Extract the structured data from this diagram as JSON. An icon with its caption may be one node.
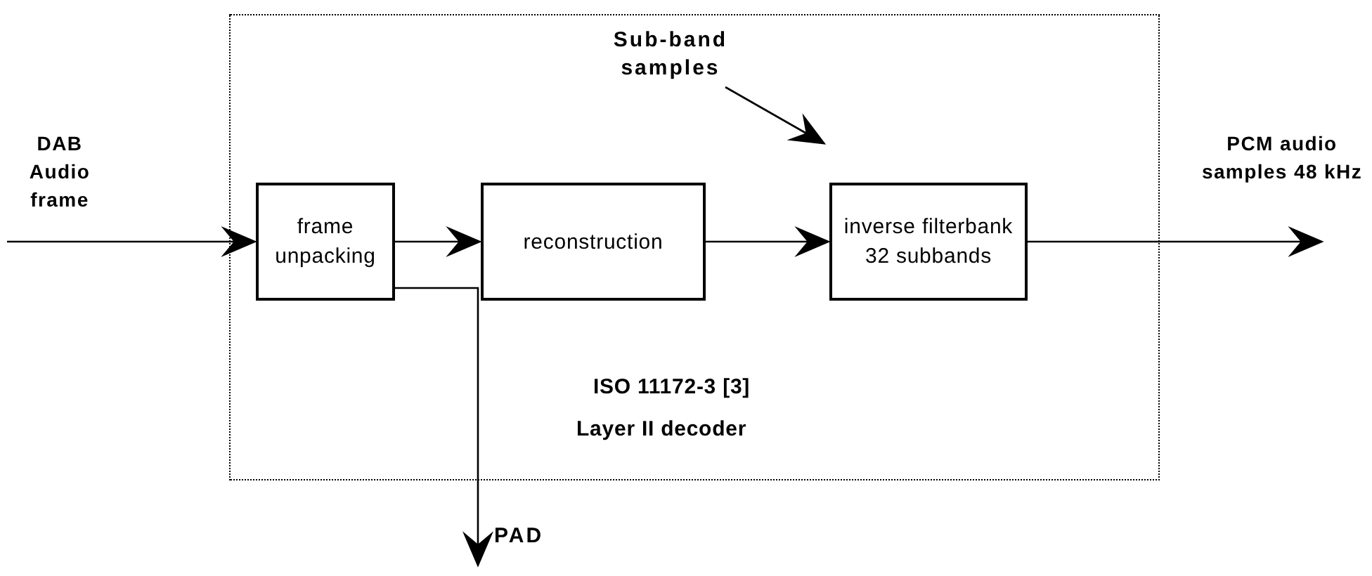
{
  "diagram": {
    "nodes": [
      {
        "text": [
          "ISO 11172-3 [3]",
          "Layer II decoder"
        ]
      },
      {
        "text": [
          "frame unpacking"
        ],
        "in": 0
      },
      {
        "text": [
          "reconstruction"
        ],
        "in": 0
      },
      {
        "text": [
          "inverse filterbank 32 subbands"
        ],
        "in": 0
      },
      {
        "text": [
          "Sub-band samples"
        ],
        "in": 0
      },
      {
        "text": [
          "PAD"
        ]
      }
    ],
    "edges": [
      {
        "from": null,
        "to": 1,
        "arrow": "to",
        "label": "DAB Audio frame"
      },
      {
        "from": 1,
        "to": 2,
        "arrow": "to"
      },
      {
        "from": 2,
        "to": 3,
        "arrow": "to"
      },
      {
        "from": 4,
        "to": null,
        "arrow": "to"
      },
      {
        "from": 3,
        "to": null,
        "arrow": "to",
        "label": "PCM audio samples 48 kHz"
      },
      {
        "from": 1,
        "to": 5,
        "arrow": "to"
      }
    ]
  }
}
